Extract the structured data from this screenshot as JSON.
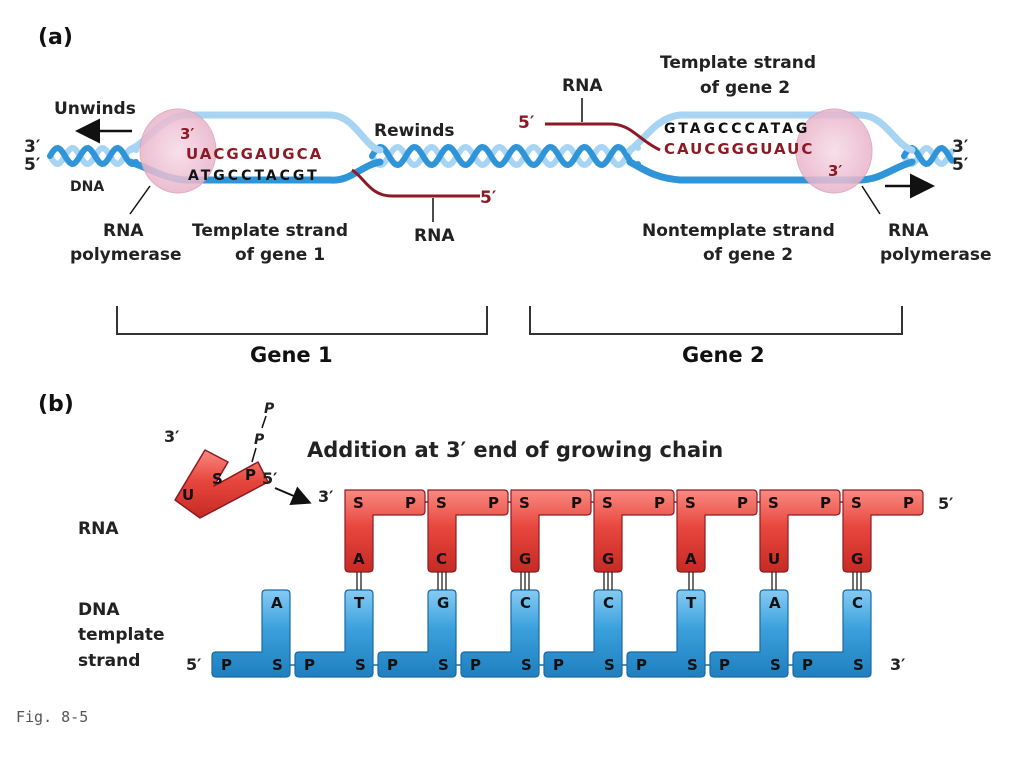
{
  "panel_a": {
    "tag": "(a)",
    "left_3prime": "3′",
    "left_5prime": "5′",
    "right_3prime": "3′",
    "right_5prime": "5′",
    "dna": "DNA",
    "unwinds": "Unwinds",
    "rewinds": "Rewinds",
    "rna_polymerase_left_1": "RNA",
    "rna_polymerase_left_2": "polymerase",
    "template_gene1_1": "Template strand",
    "template_gene1_2": "of gene 1",
    "rna_gene1": "RNA",
    "rna_gene1_5prime": "5′",
    "bubble1_rna_3prime": "3′",
    "rna_seq_gene1": "UACGGAUGCA",
    "template_seq_gene1": "ATGCCTACGT",
    "rna_gene2": "RNA",
    "rna_gene2_5prime": "5′",
    "template_gene2_1": "Template strand",
    "template_gene2_2": "of gene 2",
    "template_seq_gene2": "GTAGCCCATAG",
    "rna_seq_gene2": "CAUCGGGUAUC",
    "bubble2_rna_3prime": "3′",
    "nontemplate_gene2_1": "Nontemplate strand",
    "nontemplate_gene2_2": "of gene 2",
    "rna_polymerase_right_1": "RNA",
    "rna_polymerase_right_2": "polymerase",
    "gene1": "Gene 1",
    "gene2": "Gene 2"
  },
  "panel_b": {
    "tag": "(b)",
    "heading": "Addition at 3′ end of growing chain",
    "rna_label": "RNA",
    "dna_label_1": "DNA",
    "dna_label_2": "template",
    "dna_label_3": "strand",
    "incoming": {
      "s": "S",
      "p": "P",
      "base": "U",
      "three": "3′",
      "five": "5′",
      "p2": "P",
      "p3": "P"
    },
    "rna_three": "3′",
    "rna_five": "5′",
    "dna_five": "5′",
    "dna_three": "3′",
    "sugar": "S",
    "phosphate": "P",
    "rna_bases": [
      "A",
      "C",
      "G",
      "G",
      "A",
      "U",
      "G"
    ],
    "dna_bases": [
      "A",
      "T",
      "G",
      "C",
      "C",
      "T",
      "A",
      "C"
    ],
    "bonds": [
      2,
      3,
      3,
      3,
      2,
      2,
      3
    ]
  },
  "caption": "Fig. 8-5",
  "colors": {
    "dna_light": "#a6d4f2",
    "dna_dark": "#2f95d8",
    "rna": "#8b1a24",
    "rna_block": "#e8473e",
    "dna_block": "#3aa0dc",
    "polymerase": "#f0c6d8"
  }
}
